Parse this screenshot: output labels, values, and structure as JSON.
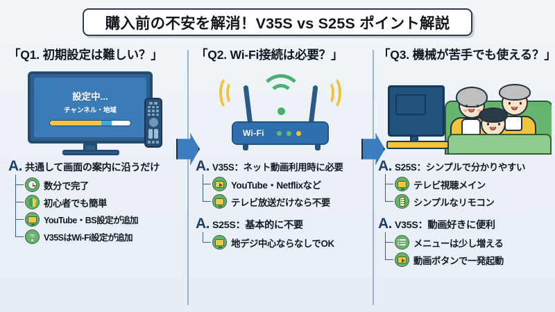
{
  "title": "購入前の不安を解消！V35S vs S25S ポイント解説",
  "colors": {
    "background": "#eef3f8",
    "accent_blue": "#3b7dbf",
    "answer_label": "#1f3f66",
    "icon_green": "#6cb06f",
    "icon_yellow": "#f2c83c",
    "divider": "#9fb3c6"
  },
  "columns": [
    {
      "question": "「Q1. 初期設定は難しい？」",
      "illustration": {
        "name": "tv-setup-illustration",
        "screen_title": "設定中...",
        "screen_subtitle": "チャンネル・地域",
        "progress_percent": 77,
        "remote": "remote-control"
      },
      "answers": [
        {
          "label": "A.",
          "text": "共通して画面の案内に沿うだけ",
          "bullets": [
            {
              "icon": "clock-icon",
              "text": "数分で完了"
            },
            {
              "icon": "sprout-beginner-icon",
              "text": "初心者でも簡単"
            },
            {
              "icon": "tv-icon",
              "text": "YouTube・BS設定が追加"
            },
            {
              "icon": "wifi-icon",
              "text": "V35SはWi-Fi設定が追加"
            }
          ]
        }
      ]
    },
    {
      "question": "「Q2. Wi-Fi接続は必要？」",
      "illustration": {
        "name": "wifi-router-illustration",
        "device_label": "Wi-Fi",
        "leds": [
          "green",
          "green",
          "yellow"
        ],
        "antennas": 2,
        "signal_arcs": "yellow-left-right, green-center"
      },
      "answers": [
        {
          "label": "A.",
          "text": "V35S：ネット動画利用時に必要",
          "bullets": [
            {
              "icon": "play-icon",
              "text": "YouTube・Netflixなど"
            },
            {
              "icon": "tv-icon",
              "text": "テレビ放送だけなら不要"
            }
          ]
        },
        {
          "label": "A.",
          "text": "S25S：基本的に不要",
          "bullets": [
            {
              "icon": "tv-icon",
              "text": "地デジ中心ならなしでOK"
            }
          ]
        }
      ]
    },
    {
      "question": "「Q3. 機械が苦手でも使える？」",
      "illustration": {
        "name": "family-watching-tv-illustration",
        "figures": [
          "grandmother",
          "grandfather",
          "child"
        ],
        "props": [
          "television",
          "sofa"
        ]
      },
      "answers": [
        {
          "label": "A.",
          "text": "S25S：シンプルで分かりやすい",
          "bullets": [
            {
              "icon": "tv-icon",
              "text": "テレビ視聴メイン"
            },
            {
              "icon": "remote-icon",
              "text": "シンプルなリモコン"
            }
          ]
        },
        {
          "label": "A.",
          "text": "V35S：動画好きに便利",
          "bullets": [
            {
              "icon": "menu-list-icon",
              "text": "メニューは少し増える"
            },
            {
              "icon": "play-icon",
              "text": "動画ボタンで一発起動"
            }
          ]
        }
      ]
    }
  ]
}
